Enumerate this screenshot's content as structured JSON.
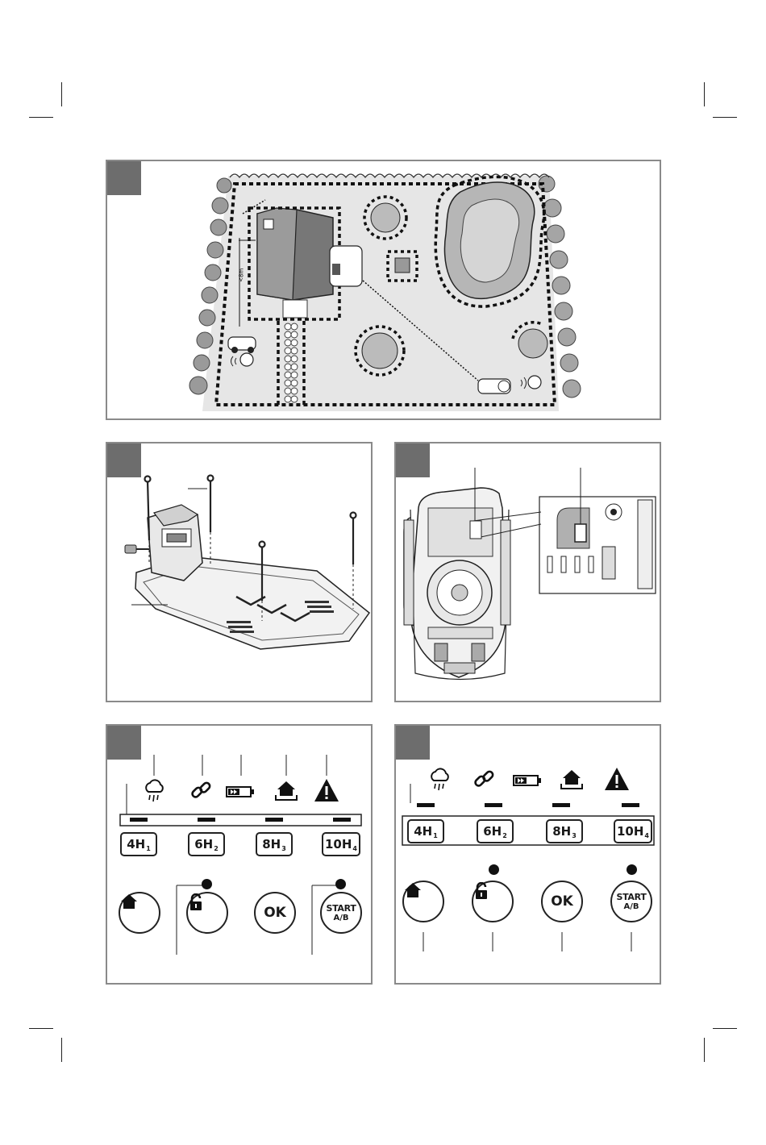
{
  "figure1": {
    "distance_label": "<8m"
  },
  "panel4": {
    "keys": [
      {
        "main": "4H",
        "sub": "1"
      },
      {
        "main": "6H",
        "sub": "2"
      },
      {
        "main": "8H",
        "sub": "3"
      },
      {
        "main": "10H",
        "sub": "4"
      }
    ],
    "buttons": [
      {
        "icon": "home-icon"
      },
      {
        "icon": "unlock-icon"
      },
      {
        "label": "OK"
      },
      {
        "line1": "START",
        "line2": "A/B"
      }
    ],
    "status_icons": [
      "rain-icon",
      "link-icon",
      "battery-charging-icon",
      "home-station-icon",
      "warning-icon"
    ]
  },
  "panel5": {
    "keys": [
      {
        "main": "4H",
        "sub": "1"
      },
      {
        "main": "6H",
        "sub": "2"
      },
      {
        "main": "8H",
        "sub": "3"
      },
      {
        "main": "10H",
        "sub": "4"
      }
    ],
    "buttons": [
      {
        "icon": "home-icon"
      },
      {
        "icon": "unlock-icon"
      },
      {
        "label": "OK"
      },
      {
        "line1": "START",
        "line2": "A/B"
      }
    ],
    "status_icons": [
      "rain-icon",
      "link-icon",
      "battery-charging-icon",
      "home-station-icon",
      "warning-icon"
    ]
  }
}
